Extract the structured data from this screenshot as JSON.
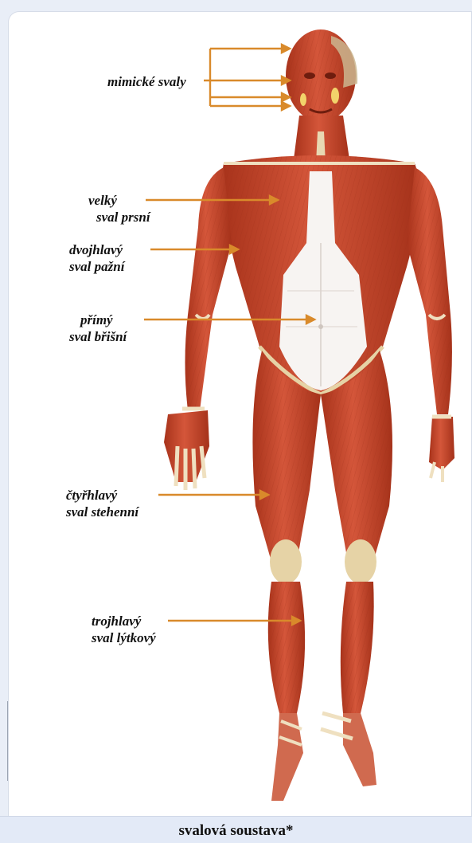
{
  "diagram": {
    "labels": {
      "mimicke": "mimické svaly",
      "prsni_1": "velký",
      "prsni_2": "sval prsní",
      "pazni_1": "dvojhlavý",
      "pazni_2": "sval pažní",
      "bricni_1": "přímý",
      "bricni_2": "sval břišní",
      "stehenni_1": "čtyřhlavý",
      "stehenni_2": "sval stehenní",
      "lytkovy_1": "trojhlavý",
      "lytkovy_2": "sval lýtkový"
    },
    "caption": "svalová soustava*"
  },
  "colors": {
    "leader_line": "#d98a2b",
    "muscle": "#c9452a",
    "muscle_dark": "#8f2a16",
    "tendon": "#efe0c0",
    "fascia": "#f7f4f2"
  }
}
